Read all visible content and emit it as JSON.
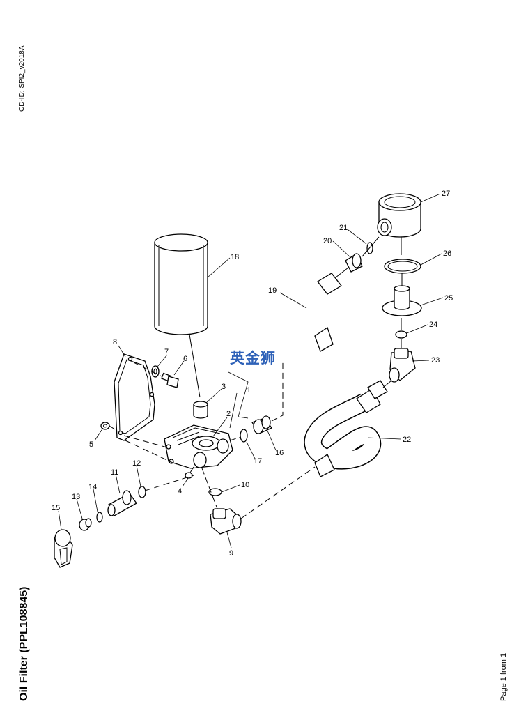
{
  "header": {
    "cd_id": "CD-ID: SPI2_v2018A"
  },
  "title": "Oil Filter (PPL108845)",
  "footer": {
    "page": "Page 1 from 1"
  },
  "watermark": {
    "text": "英金狮",
    "color": "#2f62b8"
  },
  "callouts": [
    "1",
    "2",
    "3",
    "4",
    "5",
    "6",
    "7",
    "8",
    "9",
    "10",
    "11",
    "12",
    "13",
    "14",
    "15",
    "16",
    "17",
    "18",
    "19",
    "20",
    "21",
    "22",
    "23",
    "24",
    "25",
    "26",
    "27"
  ]
}
